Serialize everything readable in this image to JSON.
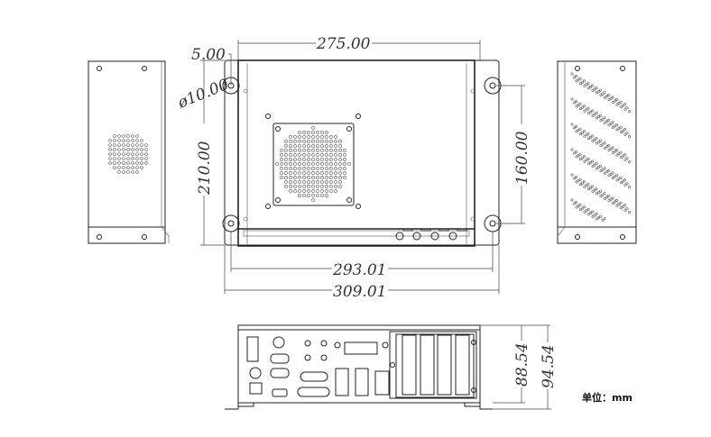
{
  "dimensions": {
    "top_width": "275.00",
    "flange": "5.00",
    "hole_diameter": "ø10.00",
    "height": "210.00",
    "hole_spacing_v": "160.00",
    "hole_spacing_h": "293.01",
    "overall_width": "309.01",
    "depth_body": "88.54",
    "depth_overall": "94.54"
  },
  "unit_label": "单位：mm"
}
